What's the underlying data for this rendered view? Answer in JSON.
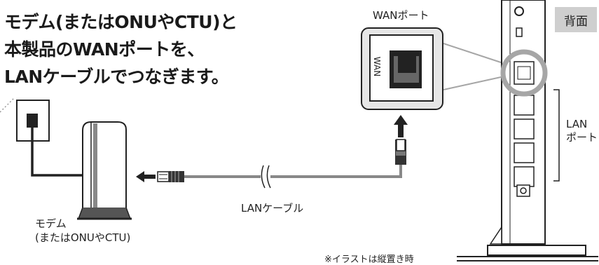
{
  "headline": {
    "line1": "モデム(またはONUやCTU)と",
    "line2": "本製品のWANポートを、",
    "line3": "LANケーブルでつなぎます。"
  },
  "wan_callout": {
    "title": "WANポート",
    "port_text": "WAN"
  },
  "router": {
    "side_badge": "背面",
    "lan_label_line1": "LAN",
    "lan_label_line2": "ポート"
  },
  "cable_label": "LANケーブル",
  "modem": {
    "label_line1": "モデム",
    "label_line2": "(またはONUやCTU)"
  },
  "note": "※イラストは縦置き時",
  "colors": {
    "highlight_gray": "#a6a6a6",
    "callout_fill": "#e6e6e6",
    "badge_fill": "#cfcfcf",
    "cable": "#222222"
  }
}
